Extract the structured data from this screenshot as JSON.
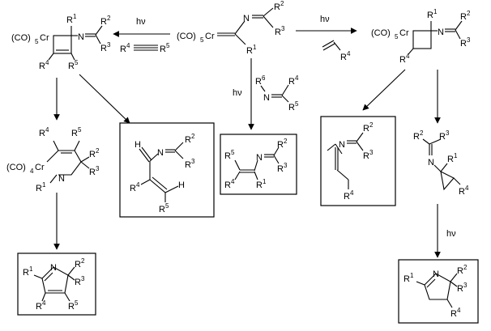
{
  "scheme": {
    "conditions": {
      "hv_left": "hν",
      "hv_right": "hν",
      "hv_middle": "hν",
      "hv_bottom_right": "hν"
    },
    "reagents": {
      "alkyne": {
        "left": "R",
        "left_sup": "4",
        "right": "R",
        "right_sup": "5"
      },
      "alkene": {
        "sub": "R",
        "sub_sup": "4"
      },
      "imine": {
        "n_sub": "R",
        "n_sup": "6",
        "r4": "R",
        "r4_sup": "4",
        "r5": "R",
        "r5_sup": "5",
        "n": "N"
      }
    },
    "labels": {
      "co5cr": "(CO)",
      "co4cr": "(CO)",
      "five": "5",
      "four": "4",
      "cr": "Cr",
      "n": "N",
      "r": "R",
      "h": "H",
      "s1": "1",
      "s2": "2",
      "s3": "3",
      "s4": "4",
      "s5": "5"
    }
  }
}
